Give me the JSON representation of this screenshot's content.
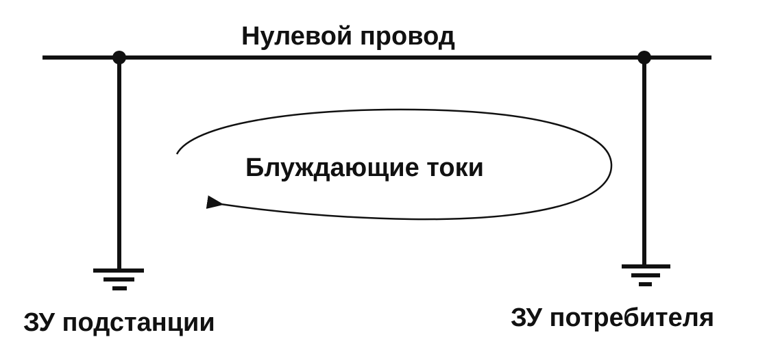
{
  "neutral_wire": {
    "label": "Нулевой провод"
  },
  "stray_currents": {
    "label": "Блуждающие токи"
  },
  "substation_ground": {
    "label": "ЗУ подстанции"
  },
  "consumer_ground": {
    "label": "ЗУ потребителя"
  },
  "colors": {
    "line": "#111111",
    "background": "#ffffff"
  }
}
